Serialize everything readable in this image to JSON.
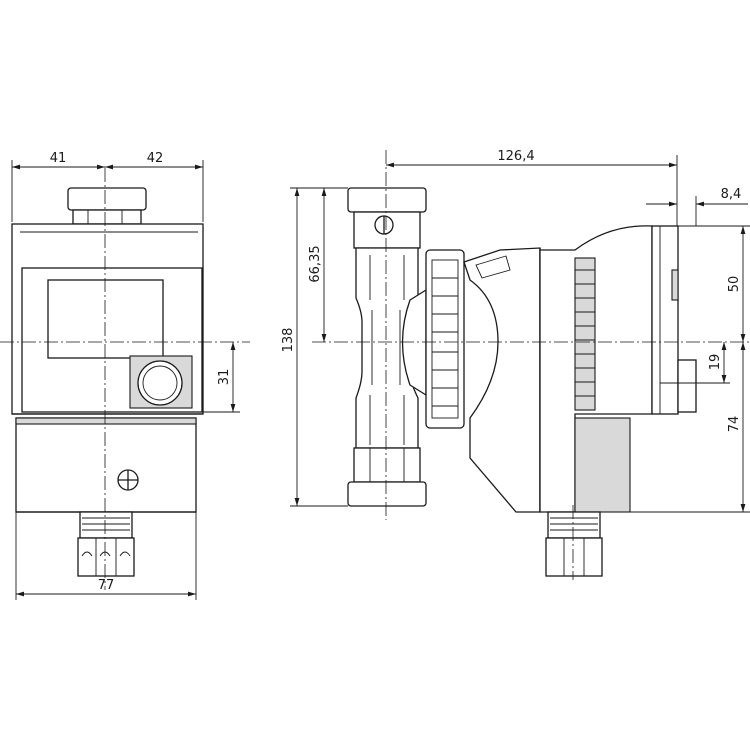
{
  "dimensions": {
    "front_left_half": "41",
    "front_right_half": "42",
    "front_height_lower": "31",
    "front_width": "77",
    "side_length": "126,4",
    "side_offset": "8,4",
    "side_height_total": "138",
    "side_height_upper": "66,35",
    "side_right_upper": "50",
    "side_right_inner": "19",
    "side_right_lower": "74"
  },
  "colors": {
    "line": "#1a1a1a",
    "shade": "#d9d9d9"
  }
}
